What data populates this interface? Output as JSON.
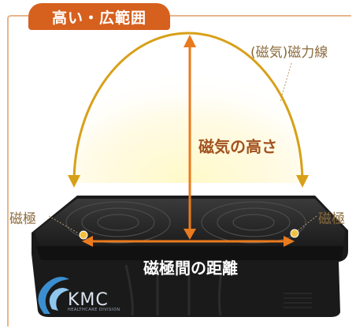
{
  "header": {
    "title": "高い・広範囲"
  },
  "labels": {
    "field_lines": "(磁気)磁力線",
    "height": "磁気の高さ",
    "pole_left": "磁極",
    "pole_right": "磁極",
    "distance": "磁極間の距離"
  },
  "brand": {
    "name": "KMC",
    "tagline": "HEALTHCARE DIVISION"
  },
  "colors": {
    "accent": "#d6601e",
    "arc": "#d8a018",
    "arrow": "#ea7a1e",
    "device": "#161616"
  },
  "icons": [
    "kmc-logo-icon",
    "magnetic-pole-dot-icon"
  ]
}
